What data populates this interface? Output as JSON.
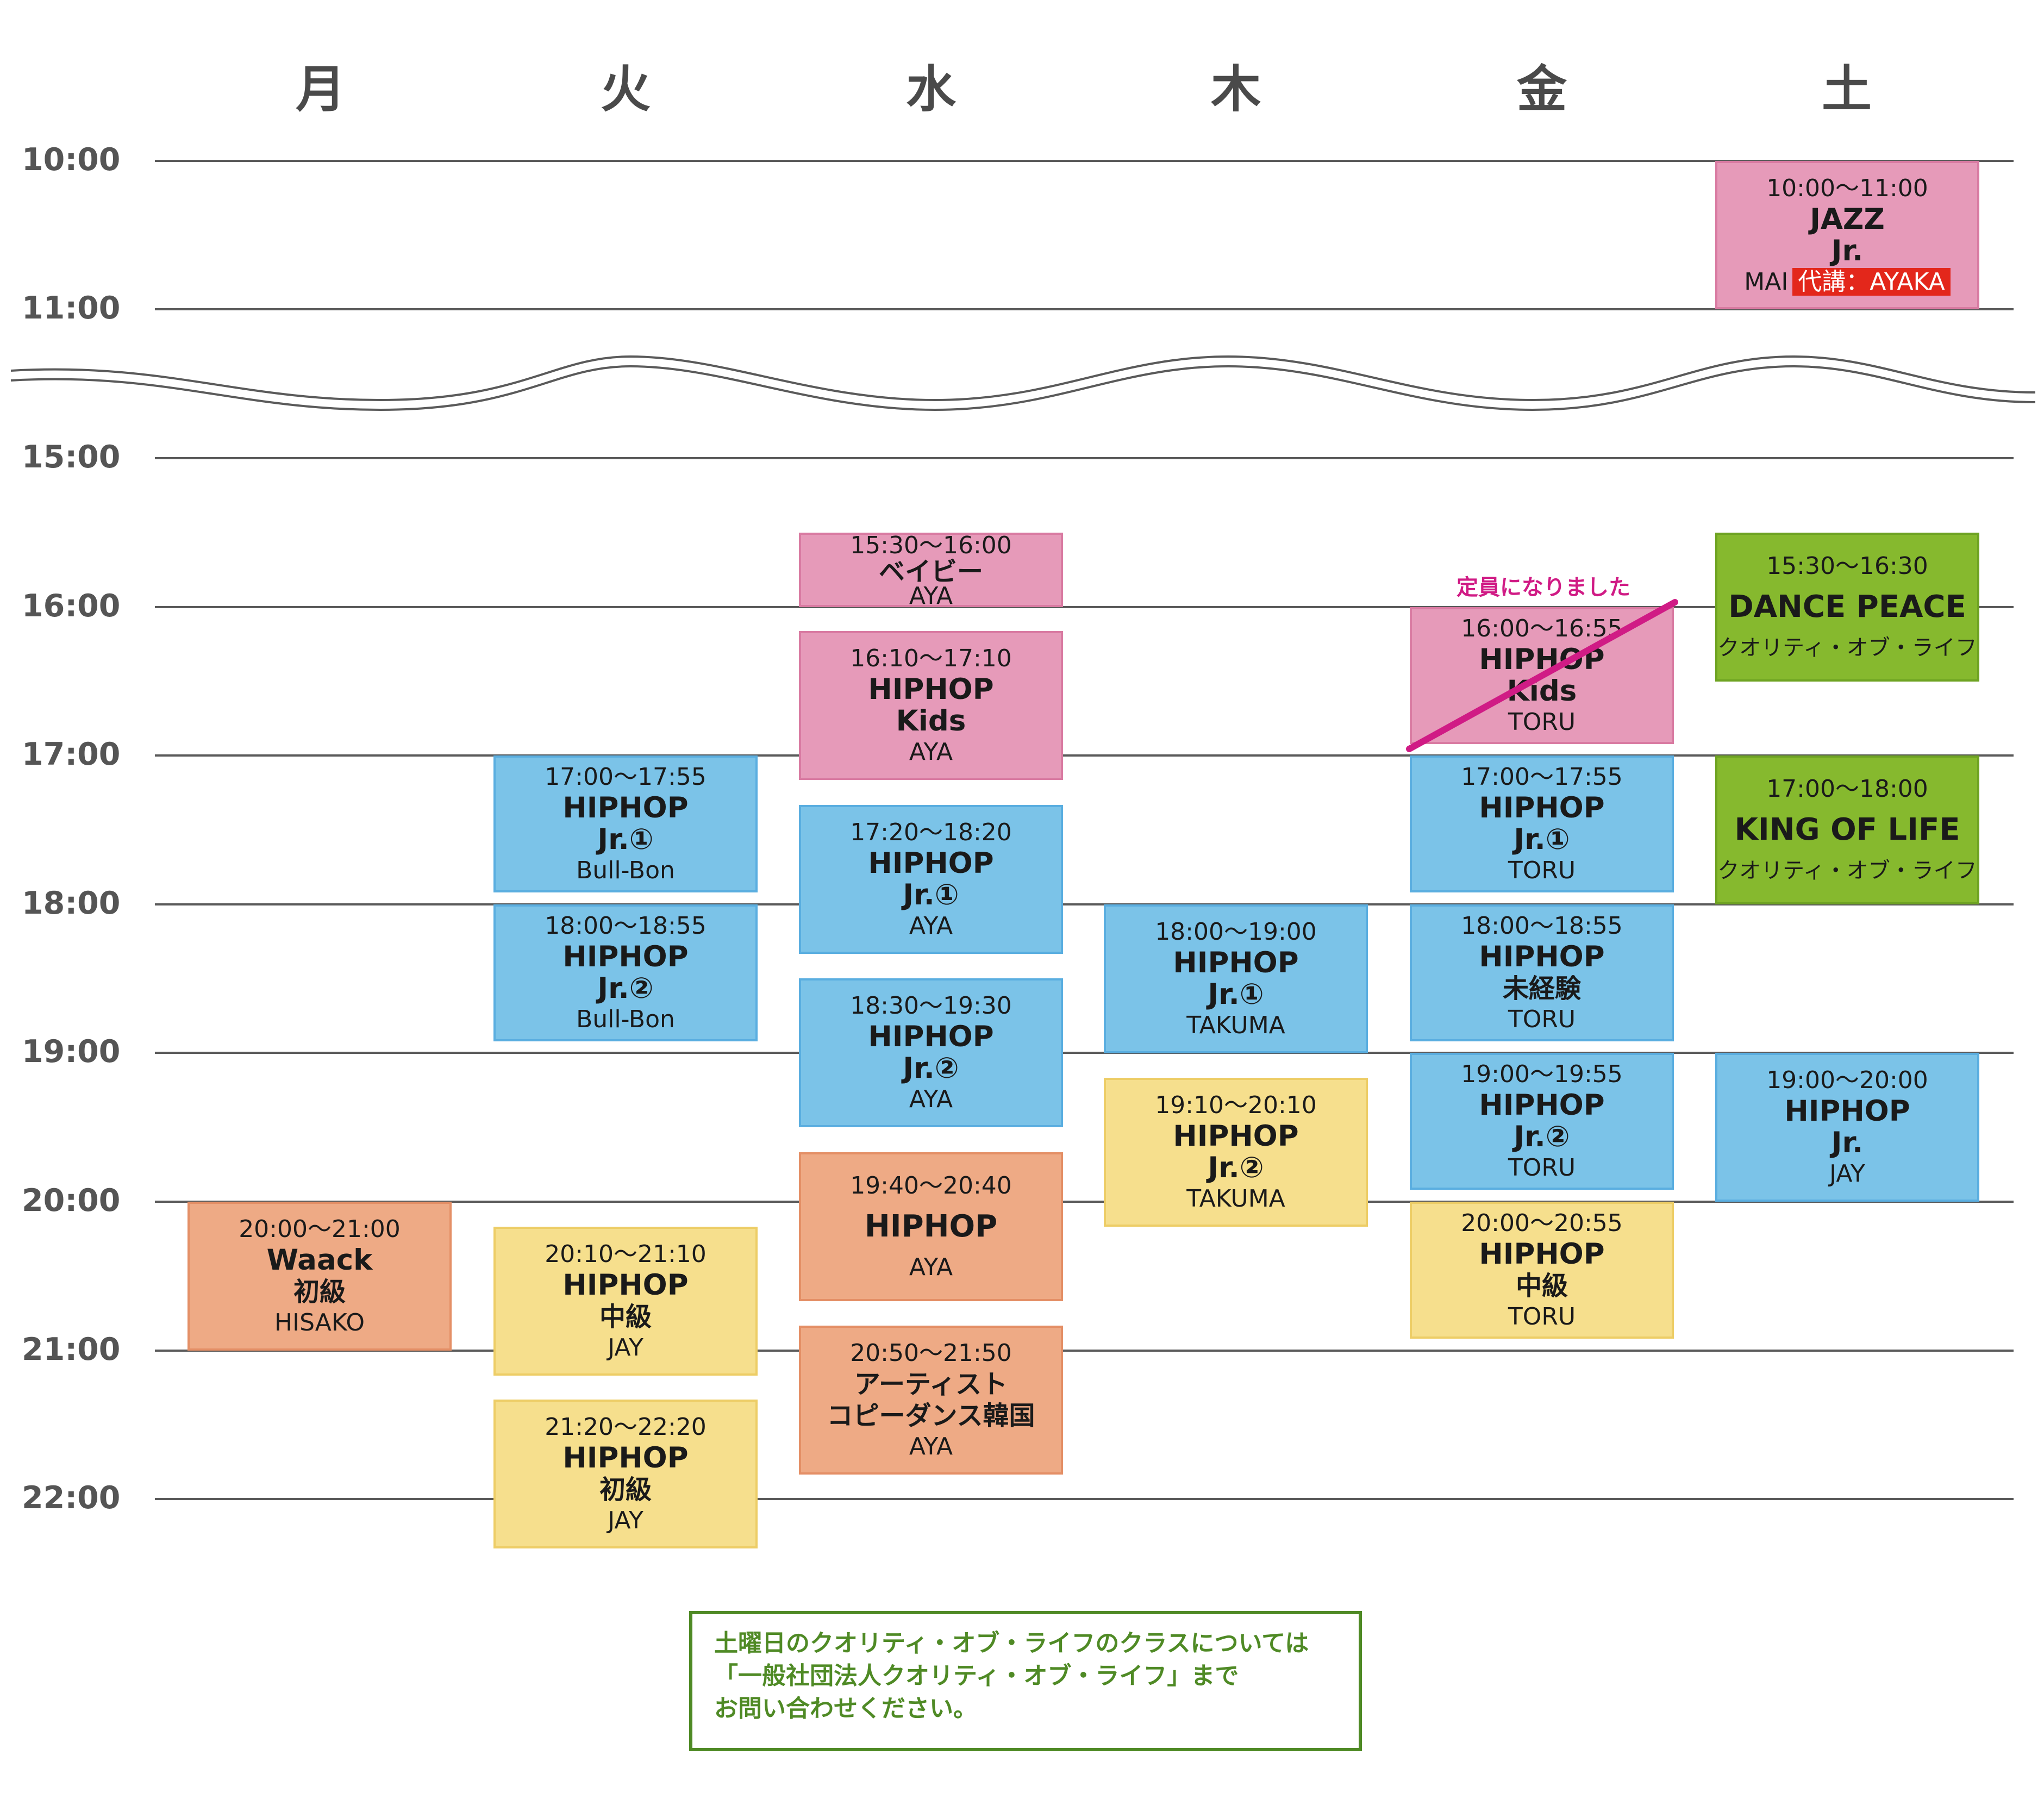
{
  "days": [
    "月",
    "火",
    "水",
    "木",
    "金",
    "土"
  ],
  "times": [
    "10:00",
    "11:00",
    "15:00",
    "16:00",
    "17:00",
    "18:00",
    "19:00",
    "20:00",
    "21:00",
    "22:00"
  ],
  "colors": {
    "pink": "#e69ab9",
    "blue": "#7bc3e8",
    "yellow": "#f6df8d",
    "salmon": "#eeaa85",
    "green": "#86b92e",
    "strike": "#d01b85",
    "notice": "#4f8a25"
  },
  "classes": [
    {
      "day": "土",
      "time": "10:00〜11:00",
      "name": "JAZZ",
      "name2": "Jr.",
      "teacher": "MAI",
      "note": "代講：AYAKA"
    },
    {
      "day": "水",
      "time": "15:30〜16:00",
      "name": "ベイビー",
      "teacher": "AYA"
    },
    {
      "day": "水",
      "time": "16:10〜17:10",
      "name": "HIPHOP",
      "name2": "Kids",
      "teacher": "AYA"
    },
    {
      "day": "水",
      "time": "17:20〜18:20",
      "name": "HIPHOP",
      "name2": "Jr.①",
      "teacher": "AYA"
    },
    {
      "day": "水",
      "time": "18:30〜19:30",
      "name": "HIPHOP",
      "name2": "Jr.②",
      "teacher": "AYA"
    },
    {
      "day": "水",
      "time": "19:40〜20:40",
      "name": "HIPHOP",
      "teacher": "AYA"
    },
    {
      "day": "水",
      "time": "20:50〜21:50",
      "name": "アーティスト",
      "name2": "コピーダンス韓国",
      "teacher": "AYA"
    },
    {
      "day": "金",
      "time": "16:00〜16:55",
      "name": "HIPHOP",
      "name2": "Kids",
      "teacher": "TORU",
      "full_note": "定員になりました"
    },
    {
      "day": "金",
      "time": "17:00〜17:55",
      "name": "HIPHOP",
      "name2": "Jr.①",
      "teacher": "TORU"
    },
    {
      "day": "金",
      "time": "18:00〜18:55",
      "name": "HIPHOP",
      "name2": "未経験",
      "teacher": "TORU"
    },
    {
      "day": "金",
      "time": "19:00〜19:55",
      "name": "HIPHOP",
      "name2": "Jr.②",
      "teacher": "TORU"
    },
    {
      "day": "金",
      "time": "20:00〜20:55",
      "name": "HIPHOP",
      "name2": "中級",
      "teacher": "TORU"
    },
    {
      "day": "土",
      "time": "15:30〜16:30",
      "name": "DANCE PEACE",
      "teacher": "クオリティ・オブ・ライフ"
    },
    {
      "day": "土",
      "time": "17:00〜18:00",
      "name": "KING OF LIFE",
      "teacher": "クオリティ・オブ・ライフ"
    },
    {
      "day": "土",
      "time": "19:00〜20:00",
      "name": "HIPHOP",
      "name2": "Jr.",
      "teacher": "JAY"
    },
    {
      "day": "火",
      "time": "17:00〜17:55",
      "name": "HIPHOP",
      "name2": "Jr.①",
      "teacher": "Bull-Bon"
    },
    {
      "day": "火",
      "time": "18:00〜18:55",
      "name": "HIPHOP",
      "name2": "Jr.②",
      "teacher": "Bull-Bon"
    },
    {
      "day": "火",
      "time": "20:10〜21:10",
      "name": "HIPHOP",
      "name2": "中級",
      "teacher": "JAY"
    },
    {
      "day": "火",
      "time": "21:20〜22:20",
      "name": "HIPHOP",
      "name2": "初級",
      "teacher": "JAY"
    },
    {
      "day": "木",
      "time": "18:00〜19:00",
      "name": "HIPHOP",
      "name2": "Jr.①",
      "teacher": "TAKUMA"
    },
    {
      "day": "木",
      "time": "19:10〜20:10",
      "name": "HIPHOP",
      "name2": "Jr.②",
      "teacher": "TAKUMA"
    },
    {
      "day": "月",
      "time": "20:00〜21:00",
      "name": "Waack",
      "name2": "初級",
      "teacher": "HISAKO"
    }
  ],
  "notice": [
    "土曜日のクオリティ・オブ・ライフのクラスについては",
    "「一般社団法人クオリティ・オブ・ライフ」まで",
    "お問い合わせください。"
  ]
}
